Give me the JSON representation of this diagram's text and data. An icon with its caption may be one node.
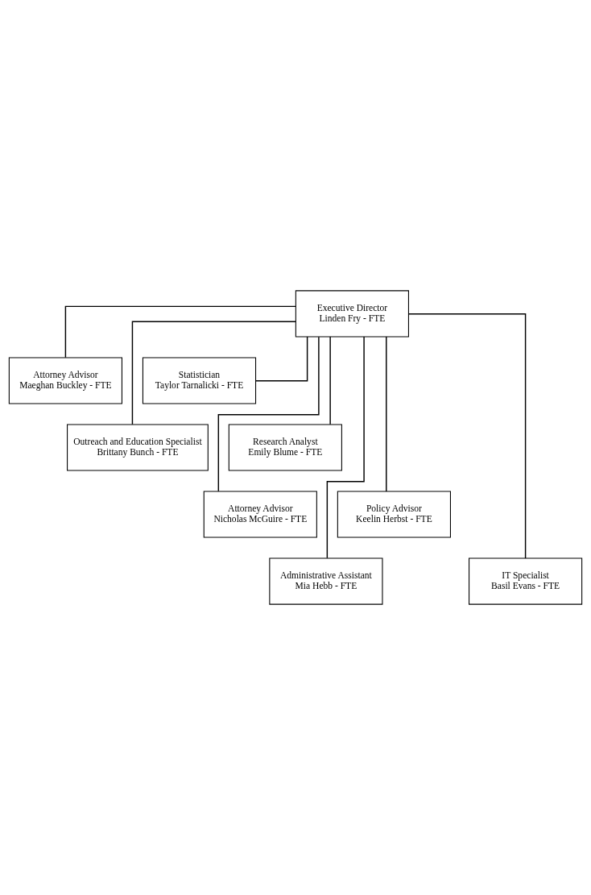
{
  "diagram": {
    "nodes": [
      {
        "text": [
          "Executive Director",
          "Linden Fry - FTE"
        ]
      },
      {
        "text": [
          "Attorney Advisor",
          "Maeghan Buckley - FTE"
        ]
      },
      {
        "text": [
          "Statistician",
          "Taylor Tarnalicki - FTE"
        ]
      },
      {
        "text": [
          "Outreach and Education Specialist",
          "Brittany Bunch - FTE"
        ]
      },
      {
        "text": [
          "Research Analyst",
          "Emily Blume - FTE"
        ]
      },
      {
        "text": [
          "Attorney Advisor",
          "Nicholas McGuire - FTE"
        ]
      },
      {
        "text": [
          "Policy Advisor",
          "Keelin Herbst - FTE"
        ]
      },
      {
        "text": [
          "Administrative Assistant",
          "Mia Hebb - FTE"
        ]
      },
      {
        "text": [
          "IT Specialist",
          "Basil Evans - FTE"
        ]
      }
    ],
    "edges": [
      {
        "from": 0,
        "to": 1,
        "arrow": "none"
      },
      {
        "from": 0,
        "to": 2,
        "arrow": "none"
      },
      {
        "from": 0,
        "to": 3,
        "arrow": "none"
      },
      {
        "from": 0,
        "to": 4,
        "arrow": "none"
      },
      {
        "from": 0,
        "to": 5,
        "arrow": "none"
      },
      {
        "from": 0,
        "to": 6,
        "arrow": "none"
      },
      {
        "from": 0,
        "to": 7,
        "arrow": "none"
      },
      {
        "from": 0,
        "to": 8,
        "arrow": "none"
      }
    ]
  }
}
